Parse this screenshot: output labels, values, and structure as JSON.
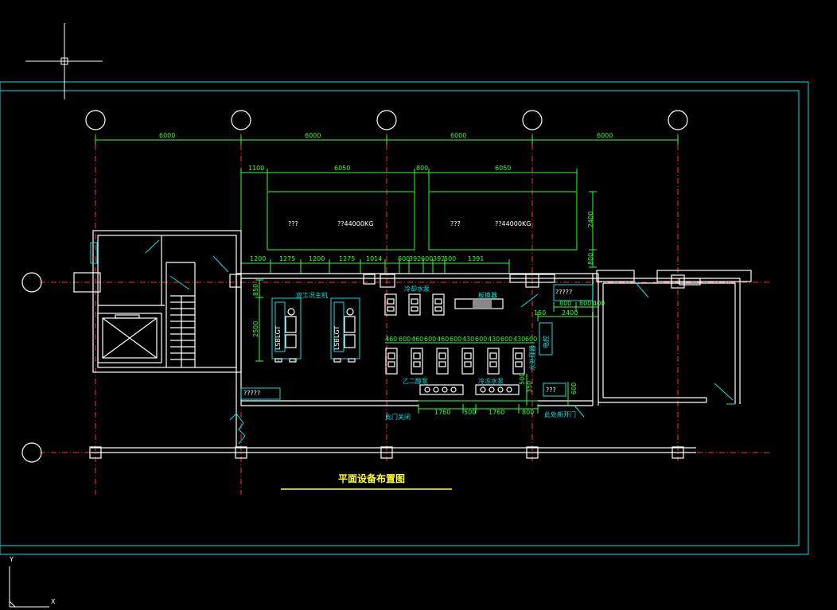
{
  "drawing": {
    "title": "平面设备布置图",
    "axis_y": "Y",
    "axis_x": "X"
  },
  "grid_dims": [
    "6000",
    "6000",
    "6000",
    "6000"
  ],
  "tanks": {
    "dims_top": [
      "1100",
      "6050",
      "800",
      "6050"
    ],
    "right_dims": [
      "2400",
      "800"
    ],
    "left": {
      "label_a": "???",
      "label_b": "??44000KG"
    },
    "right": {
      "label_a": "???",
      "label_b": "??44000KG"
    }
  },
  "equip_dims": [
    "1200",
    "1275",
    "1200",
    "1275",
    "1014",
    "600",
    "392",
    "600",
    "392",
    "500",
    "1391"
  ],
  "left_vert_dims": [
    "850",
    "2500"
  ],
  "pump_dims": [
    "460",
    "600",
    "460",
    "600",
    "460",
    "600",
    "430",
    "600",
    "430",
    "600",
    "430",
    "600"
  ],
  "bottom_dims": [
    "1760",
    "500",
    "1760",
    "800"
  ],
  "right_room_dims": [
    "800",
    "800",
    "400",
    "2400",
    "150"
  ],
  "right_vert_dims": [
    "500",
    "350",
    "600"
  ],
  "labels": {
    "chiller": "双工况主机",
    "cooling_pump": "冷却水泵",
    "heat_exchanger": "板换器",
    "glycol_pump": "乙二醇泵",
    "chilled_pump": "冷冻水泵",
    "cabinet_top": "?????",
    "control_cabinet": "电控",
    "water_treat": "水处理器",
    "corner_box": "???",
    "left_box": "?????",
    "door_left": "此门关闭",
    "door_right": "此处新开门",
    "chiller_tag_1": "LSBLGT",
    "chiller_tag_2": "LSBLGT"
  }
}
